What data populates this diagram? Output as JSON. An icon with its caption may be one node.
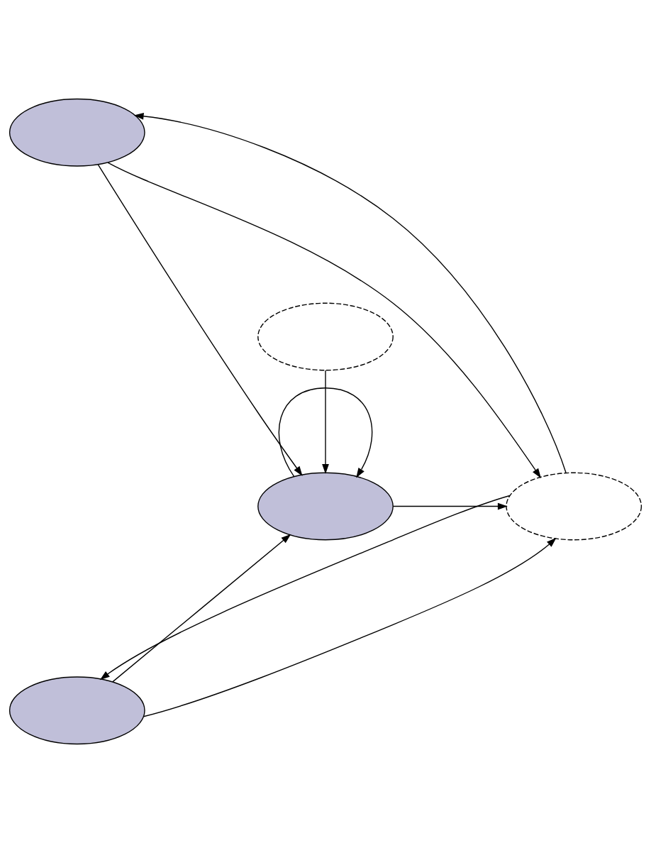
{
  "diagram": {
    "nodes": [
      {
        "text": [],
        "shape": "ellipse"
      },
      {
        "text": [],
        "shape": "ellipse"
      },
      {
        "text": [],
        "shape": "ellipse"
      },
      {
        "text": [],
        "shape": "ellipse"
      },
      {
        "text": [],
        "shape": "ellipse"
      }
    ],
    "edges": [
      {
        "from": 0,
        "to": 1,
        "arrow": "to"
      },
      {
        "from": 1,
        "to": 2,
        "arrow": "to"
      },
      {
        "from": 1,
        "to": 1,
        "arrow": "to"
      },
      {
        "from": 0,
        "to": 2,
        "arrow": "to"
      },
      {
        "from": 2,
        "to": 0,
        "arrow": "to"
      },
      {
        "from": 3,
        "to": 2,
        "arrow": "to"
      },
      {
        "from": 2,
        "to": 3,
        "arrow": "to"
      },
      {
        "from": 3,
        "to": 1,
        "arrow": "to"
      },
      {
        "from": 4,
        "to": 1,
        "arrow": "to"
      }
    ]
  }
}
